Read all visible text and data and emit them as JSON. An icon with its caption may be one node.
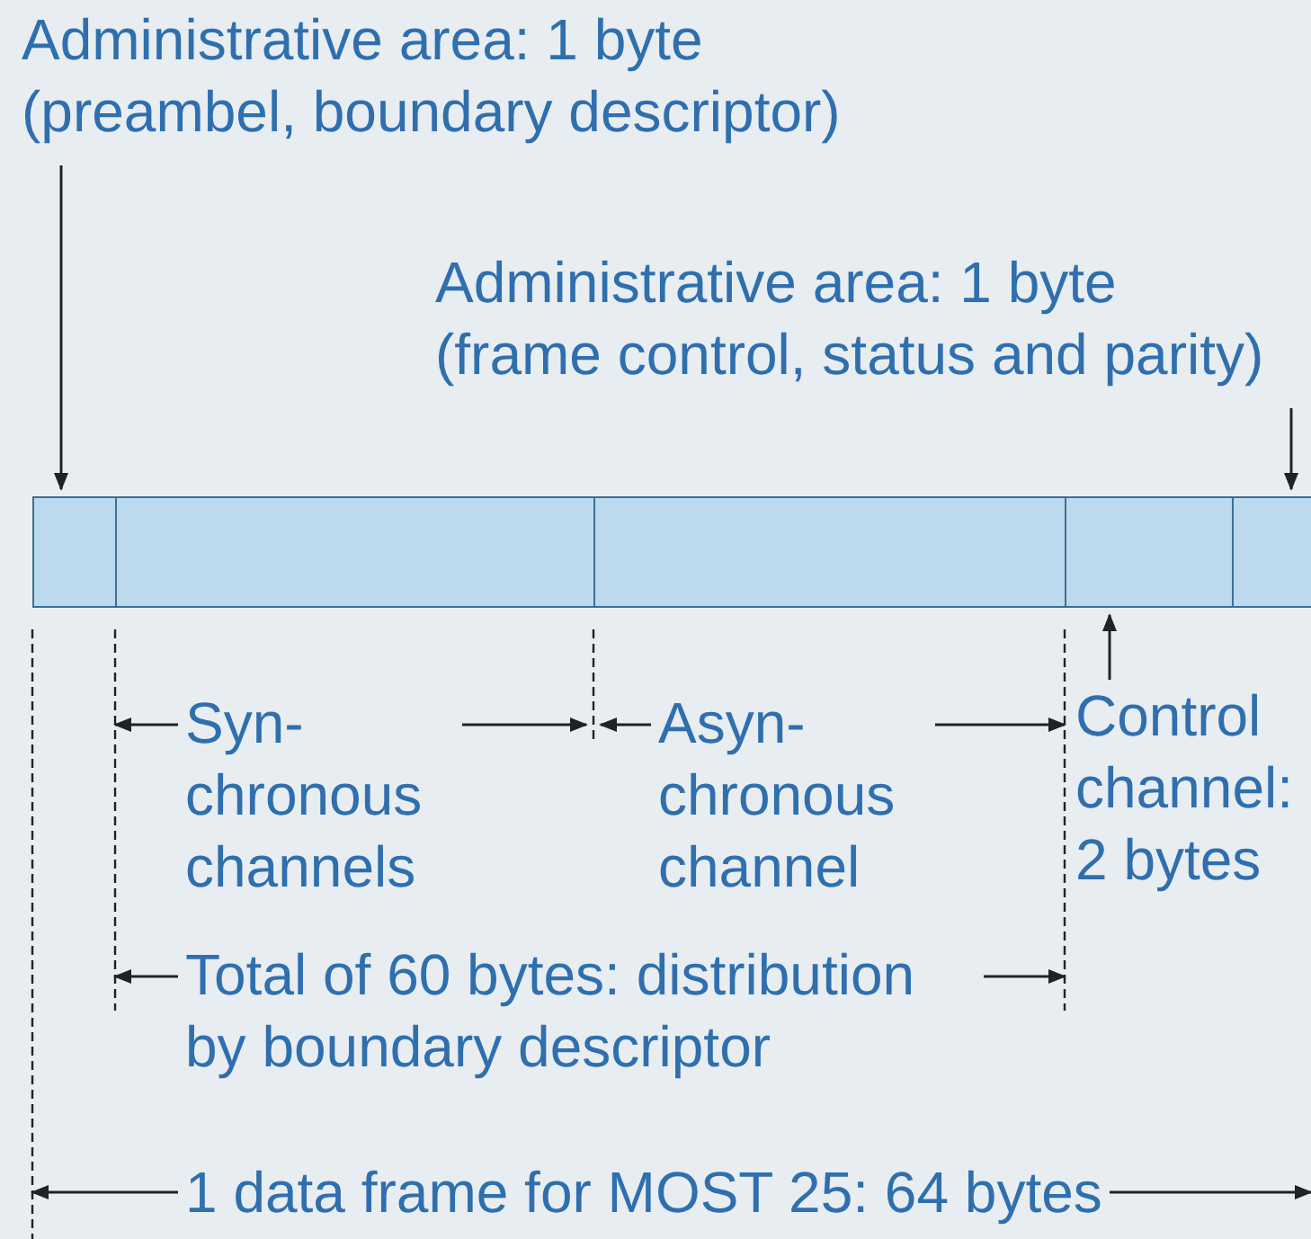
{
  "diagram": {
    "nodes": [
      {
        "text": [
          "Administrative area: 1 byte (preambel, boundary descriptor)"
        ]
      },
      {
        "text": [
          "Administrative area: 1 byte (frame control, status and parity)"
        ]
      },
      {
        "text": [],
        "shape": "box"
      },
      {
        "text": [],
        "shape": "box"
      },
      {
        "text": [],
        "shape": "box"
      },
      {
        "text": [],
        "shape": "box"
      },
      {
        "text": [],
        "shape": "box"
      },
      {
        "text": [
          "Control channel: 2 bytes"
        ]
      }
    ],
    "edges": [
      {
        "from": 0,
        "to": 2,
        "arrow": "to"
      },
      {
        "from": 1,
        "to": 6,
        "arrow": "to"
      },
      {
        "from": 7,
        "to": 5,
        "arrow": "to"
      }
    ],
    "labels": [
      "Syn- chronous channels",
      "Asyn- chronous channel",
      "Total of 60 bytes: distribution by boundary descriptor",
      "1 data frame for MOST 25: 64 bytes"
    ]
  }
}
